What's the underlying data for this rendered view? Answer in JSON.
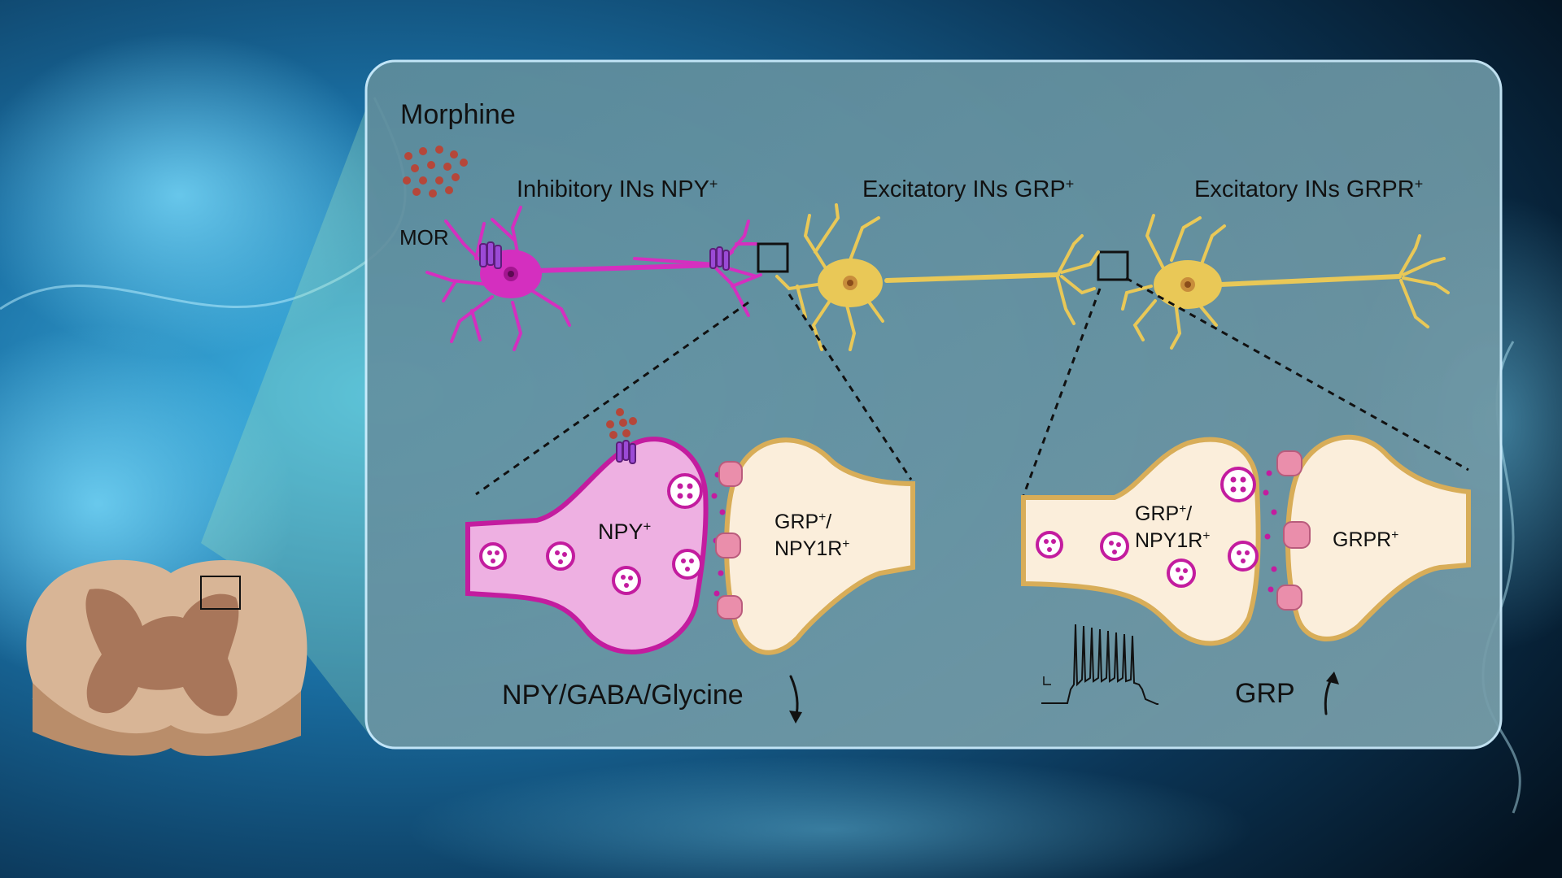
{
  "colors": {
    "inhibitory_neuron": "#d42fbf",
    "excitatory_neuron": "#e9c857",
    "npy_terminal_fill": "#eeb0e2",
    "npy_terminal_stroke": "#c31c9f",
    "grp_terminal_fill": "#fbeedb",
    "grp_terminal_stroke": "#d8ad58",
    "receptor": "#ea8eab",
    "morphine_dots": "#b5473a",
    "panel_fill": "#6f9aa6",
    "background": "#0b3556"
  },
  "labels": {
    "morphine": "Morphine",
    "mor": "MOR",
    "inhibitory_title_base": "Inhibitory INs NPY",
    "excitatory_grp_base": "Excitatory INs GRP",
    "excitatory_grpr_base": "Excitatory INs GRPR",
    "plus": "+",
    "npy_terminal_base": "NPY",
    "grp_npy1r_line1_base": "GRP",
    "grp_npy1r_line1_tail": "/",
    "grp_npy1r_line2_base": "NPY1R",
    "grpr_base": "GRPR",
    "release_decrease": "NPY/GABA/Glycine",
    "grp_increase": "GRP"
  },
  "icons": {
    "spinal_cord": "spinal-cord-cross-section-icon",
    "decrease_arrow": "down-arrow-icon",
    "increase_arrow": "up-arrow-icon",
    "action_potential": "spike-train-trace-icon"
  }
}
